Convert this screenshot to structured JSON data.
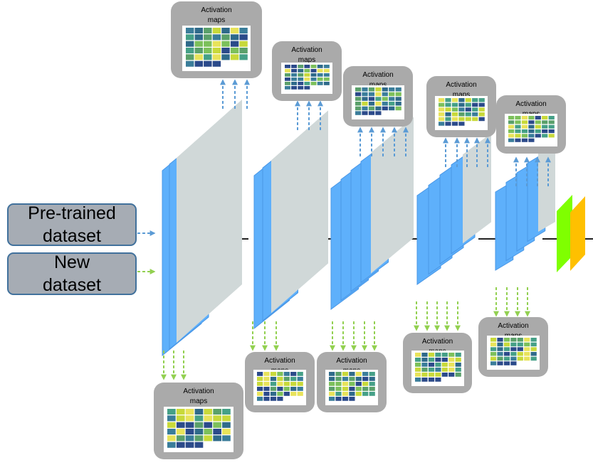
{
  "inputs": {
    "pretrained": {
      "label": "Pre-trained\ndataset",
      "arrow_color": "#5b9bd5"
    },
    "new": {
      "label": "New\ndataset",
      "arrow_color": "#92d050"
    }
  },
  "activation_card_title": "Activation\nmaps",
  "colors": {
    "layer_blue": "#5eb0fb",
    "layer_blue_edge": "#4a97e6",
    "layer_gray": "#d0d8d8",
    "connector": "#222222",
    "fc_green": "#7fff00",
    "fc_orange": "#ffc000",
    "card_bg": "#aaaaaa",
    "map_palette": [
      "#2b4a8a",
      "#3a7d9a",
      "#45a087",
      "#7cc05b",
      "#c8d93a",
      "#e8e35a",
      "#5aa06a",
      "#2f6a8a"
    ]
  },
  "conv_blocks": [
    {
      "name": "conv-block-1",
      "blue_filters": 2,
      "up_arrows": 3,
      "down_arrows": 3
    },
    {
      "name": "conv-block-2",
      "blue_filters": 2,
      "up_arrows": 3,
      "down_arrows": 3
    },
    {
      "name": "conv-block-3",
      "blue_filters": 4,
      "up_arrows": 5,
      "down_arrows": 5
    },
    {
      "name": "conv-block-4",
      "blue_filters": 4,
      "up_arrows": 5,
      "down_arrows": 5
    },
    {
      "name": "conv-block-5",
      "blue_filters": 4,
      "up_arrows": 4,
      "down_arrows": 4
    }
  ],
  "activation_cards": [
    {
      "name": "activation-card-top-1"
    },
    {
      "name": "activation-card-top-2"
    },
    {
      "name": "activation-card-top-3"
    },
    {
      "name": "activation-card-top-4"
    },
    {
      "name": "activation-card-top-5"
    },
    {
      "name": "activation-card-bottom-1"
    },
    {
      "name": "activation-card-bottom-2"
    },
    {
      "name": "activation-card-bottom-3"
    },
    {
      "name": "activation-card-bottom-4"
    },
    {
      "name": "activation-card-bottom-5"
    }
  ]
}
